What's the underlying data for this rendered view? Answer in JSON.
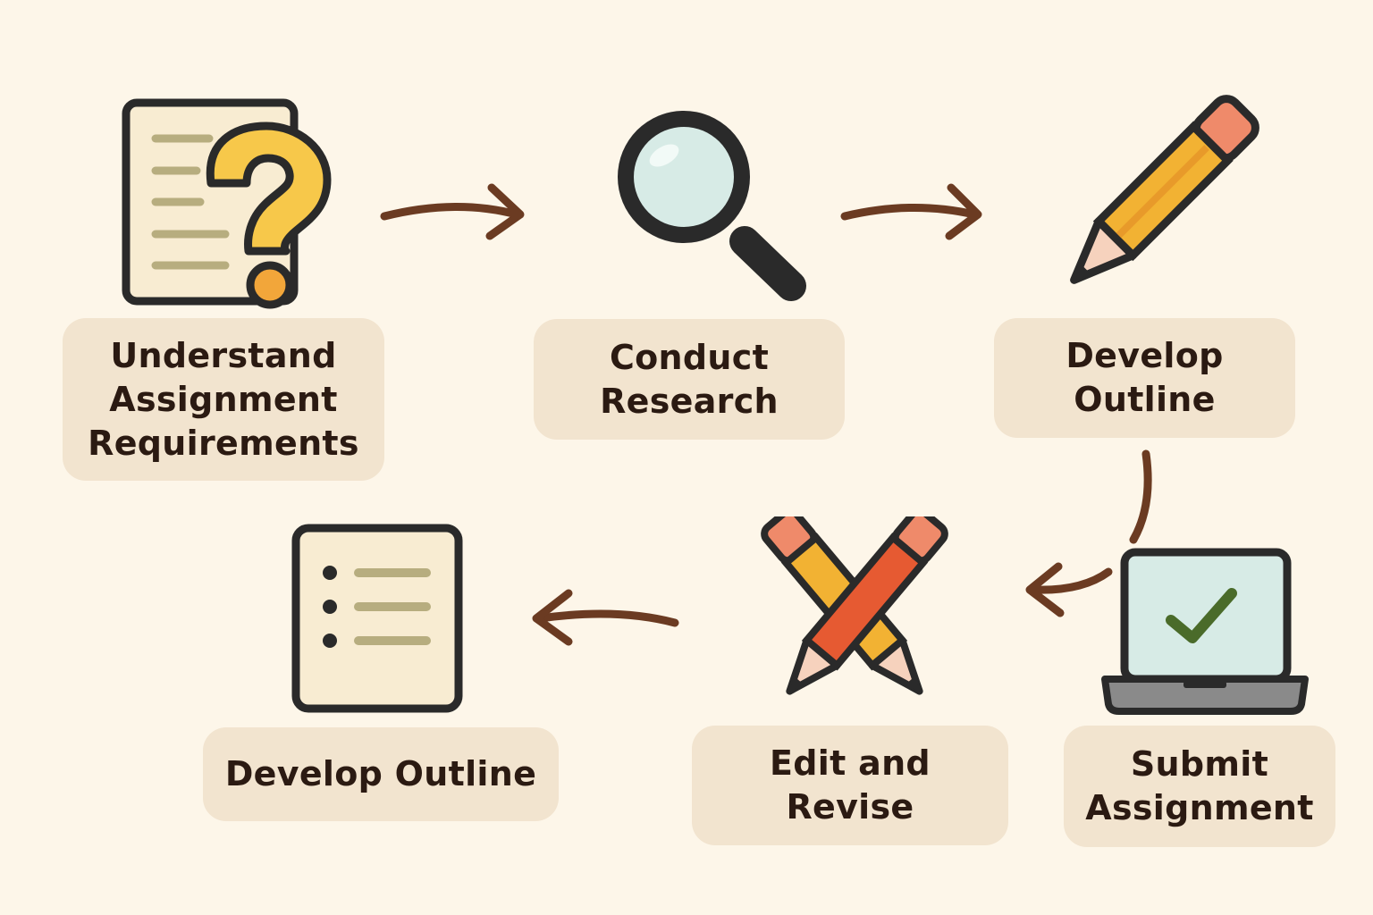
{
  "steps": [
    {
      "label_lines": [
        "Understand",
        "Assignment",
        "Requirements"
      ],
      "icon": "document-question-icon"
    },
    {
      "label_lines": [
        "Conduct",
        "Research"
      ],
      "icon": "magnifying-glass-icon"
    },
    {
      "label_lines": [
        "Develop",
        "Outline"
      ],
      "icon": "pencil-icon"
    },
    {
      "label_lines": [
        "Submit",
        "Assignment"
      ],
      "icon": "laptop-checkmark-icon"
    },
    {
      "label_lines": [
        "Edit and",
        "Revise"
      ],
      "icon": "crossed-pencils-icon"
    },
    {
      "label_lines": [
        "Develop Outline"
      ],
      "icon": "checklist-icon"
    }
  ],
  "colors": {
    "background": "#fdf6e9",
    "label_fill": "#f2e4cf",
    "arrow": "#6b3b22",
    "outline": "#2a2a2a",
    "pencil_yellow": "#f2b233",
    "pencil_red": "#e65a32",
    "check_green": "#4a6b2a"
  }
}
